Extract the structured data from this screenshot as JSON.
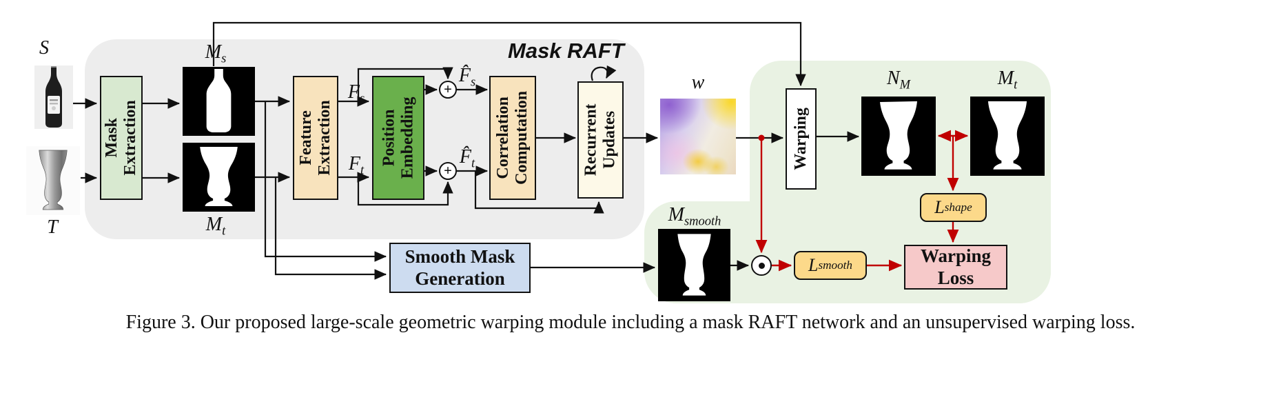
{
  "caption": "Figure 3. Our proposed large-scale geometric warping module including a mask RAFT network and an unsupervised warping loss.",
  "titles": {
    "mask_raft": "Mask RAFT"
  },
  "blocks": {
    "mask_extraction": "Mask\nExtraction",
    "feature_extraction": "Feature\nExtraction",
    "position_embedding": "Position\nEmbedding",
    "correlation_computation": "Correlation\nComputation",
    "recurrent_updates": "Recurrent\nUpdates",
    "warping": "Warping",
    "smooth_mask_generation": "Smooth Mask\nGeneration",
    "warping_loss": "Warping\nLoss"
  },
  "labels": {
    "source": {
      "base": "S",
      "sub": ""
    },
    "target": {
      "base": "T",
      "sub": ""
    },
    "mask_source": {
      "base": "M",
      "sub": "s"
    },
    "mask_target": {
      "base": "M",
      "sub": "t"
    },
    "feature_source": {
      "base": "F",
      "sub": "s"
    },
    "feature_target": {
      "base": "F",
      "sub": "t"
    },
    "feature_source_hat": {
      "base": "F̂",
      "sub": "s"
    },
    "feature_target_hat": {
      "base": "F̂",
      "sub": "t"
    },
    "flow": {
      "base": "w",
      "sub": ""
    },
    "warped_mask": {
      "base": "N",
      "sub": "M"
    },
    "mask_target_right": {
      "base": "M",
      "sub": "t"
    },
    "mask_smooth": {
      "base": "M",
      "sub": "smooth"
    }
  },
  "losses": {
    "shape": {
      "base": "L",
      "sub": "shape"
    },
    "smooth": {
      "base": "L",
      "sub": "smooth"
    }
  },
  "operators": {
    "add": "+"
  },
  "colors": {
    "mask_raft_region": "#ededed",
    "loss_region": "#e9f2e3",
    "mask_extraction_fill": "#d8e9d0",
    "feature_extraction_fill": "#f8e3bd",
    "position_embedding_fill": "#6ab04c",
    "correlation_computation_fill": "#fdf9e8",
    "smooth_mask_generation_fill": "#cddcf0",
    "loss_pill_fill": "#fcd98a",
    "warping_loss_fill": "#f6c9c9",
    "red_arrow": "#c00000",
    "black_arrow": "#111111"
  }
}
